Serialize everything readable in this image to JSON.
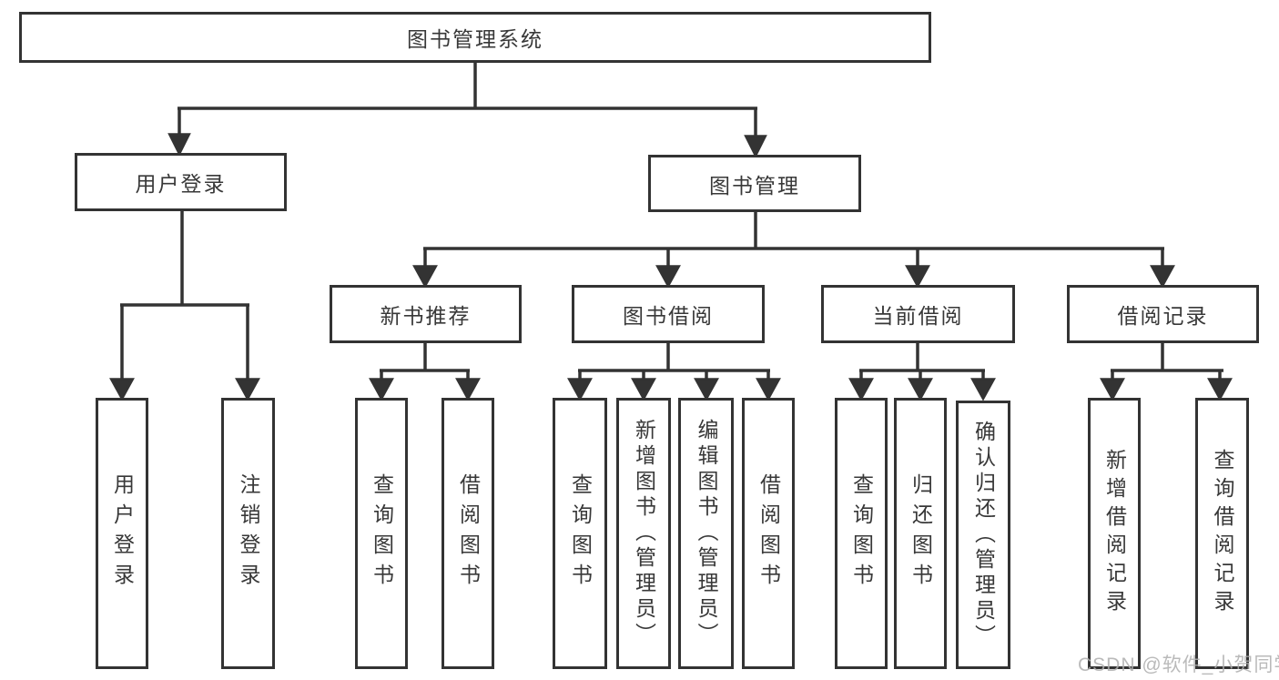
{
  "tree": {
    "root": {
      "label": "图书管理系统"
    },
    "branches": [
      {
        "label": "用户登录",
        "children": [
          {
            "label": "用户登录"
          },
          {
            "label": "注销登录"
          }
        ]
      },
      {
        "label": "图书管理",
        "sections": [
          {
            "label": "新书推荐",
            "children": [
              {
                "label": "查询图书"
              },
              {
                "label": "借阅图书"
              }
            ]
          },
          {
            "label": "图书借阅",
            "children": [
              {
                "label": "查询图书"
              },
              {
                "label": "新增图书（管理员）"
              },
              {
                "label": "编辑图书（管理员）"
              },
              {
                "label": "借阅图书"
              }
            ]
          },
          {
            "label": "当前借阅",
            "children": [
              {
                "label": "查询图书"
              },
              {
                "label": "归还图书"
              },
              {
                "label": "确认归还（管理员）"
              }
            ]
          },
          {
            "label": "借阅记录",
            "children": [
              {
                "label": "新增借阅记录"
              },
              {
                "label": "查询借阅记录"
              }
            ]
          }
        ]
      }
    ]
  },
  "watermark": {
    "text": "CSDN @软件_小贺同学"
  },
  "colors": {
    "line": "#333333",
    "box_border": "#333333",
    "box_background": "#ffffff",
    "text": "#383838",
    "watermark": "#aeaeae"
  }
}
